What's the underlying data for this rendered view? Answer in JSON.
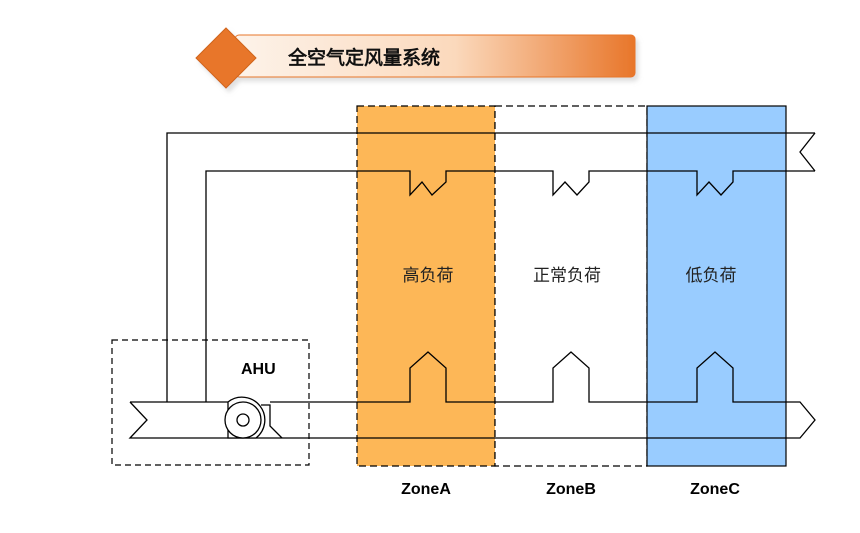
{
  "title": "全空气定风量系统",
  "ahu_label": "AHU",
  "zones": [
    {
      "name": "ZoneA",
      "load": "高负荷",
      "fill": "#FDB757"
    },
    {
      "name": "ZoneB",
      "load": "正常负荷",
      "fill": "#FFFFFF"
    },
    {
      "name": "ZoneC",
      "load": "低负荷",
      "fill": "#99CCFF"
    }
  ],
  "colors": {
    "banner_orange": "#E8762A",
    "banner_light": "#FCE8D6",
    "line": "#000000",
    "zone_text": "#222222"
  }
}
